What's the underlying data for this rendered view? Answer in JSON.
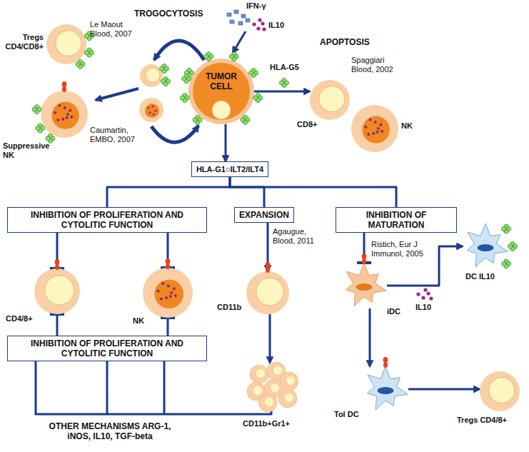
{
  "diagram": {
    "nodes": [
      {
        "text": [
          "TUMOR CELL"
        ]
      },
      {
        "text": [
          "Tregs CD4/CD8+"
        ]
      },
      {
        "text": [
          "Suppressive NK"
        ]
      },
      {
        "text": [
          "CD8+"
        ]
      },
      {
        "text": [
          "NK"
        ]
      },
      {
        "text": [
          "HLA-G1○ILT2/ILT4"
        ]
      },
      {
        "text": [
          "INHIBITION OF PROLIFERATION AND CYTOLITIC FUNCTION"
        ]
      },
      {
        "text": [
          "EXPANSION"
        ]
      },
      {
        "text": [
          "INHIBITION OF MATURATION"
        ]
      },
      {
        "text": [
          "CD4/8+"
        ]
      },
      {
        "text": [
          "NK"
        ]
      },
      {
        "text": [
          "CD11b"
        ]
      },
      {
        "text": [
          "iDC"
        ]
      },
      {
        "text": [
          "DC IL10"
        ]
      },
      {
        "text": [
          "CD11b+Gr1+"
        ]
      },
      {
        "text": [
          "INHIBITION OF PROLIFERATION AND CYTOLITIC FUNCTION"
        ]
      },
      {
        "text": [
          "Tol DC"
        ]
      },
      {
        "text": [
          "Tregs CD4/8+"
        ]
      }
    ],
    "edges": [
      {
        "from": 0,
        "to": 5,
        "arrow": "to"
      },
      {
        "from": 0,
        "to": 3,
        "arrow": "to"
      },
      {
        "from": 5,
        "to": 6,
        "arrow": "none"
      },
      {
        "from": 5,
        "to": 7,
        "arrow": "none"
      },
      {
        "from": 5,
        "to": 8,
        "arrow": "none"
      },
      {
        "from": 6,
        "to": 9,
        "arrow": "to"
      },
      {
        "from": 6,
        "to": 10,
        "arrow": "to"
      },
      {
        "from": 7,
        "to": 11,
        "arrow": "to"
      },
      {
        "from": 8,
        "to": 12,
        "arrow": "to"
      },
      {
        "from": 11,
        "to": 14,
        "arrow": "to"
      },
      {
        "from": 12,
        "to": 13,
        "arrow": "to"
      },
      {
        "from": 12,
        "to": 16,
        "arrow": "to"
      },
      {
        "from": 16,
        "to": 17,
        "arrow": "to"
      },
      {
        "from": 15,
        "to": 9,
        "arrow": "to"
      },
      {
        "from": 15,
        "to": 10,
        "arrow": "to"
      },
      {
        "from": 14,
        "to": 15,
        "arrow": "none"
      }
    ],
    "labels": [
      "TROGOCYTOSIS",
      "IFN-γ",
      "IL10",
      "Le Maout Blood, 2007",
      "Caumartin, EMBO, 2007",
      "APOPTOSIS",
      "HLA-G5",
      "Spaggiari Blood, 2002",
      "Agaugue, Blood, 2011",
      "Ristich, Eur J Immunol, 2005",
      "IL10",
      "OTHER MECHANISMS ARG-1, iNOS, IL10, TGF-beta"
    ]
  }
}
